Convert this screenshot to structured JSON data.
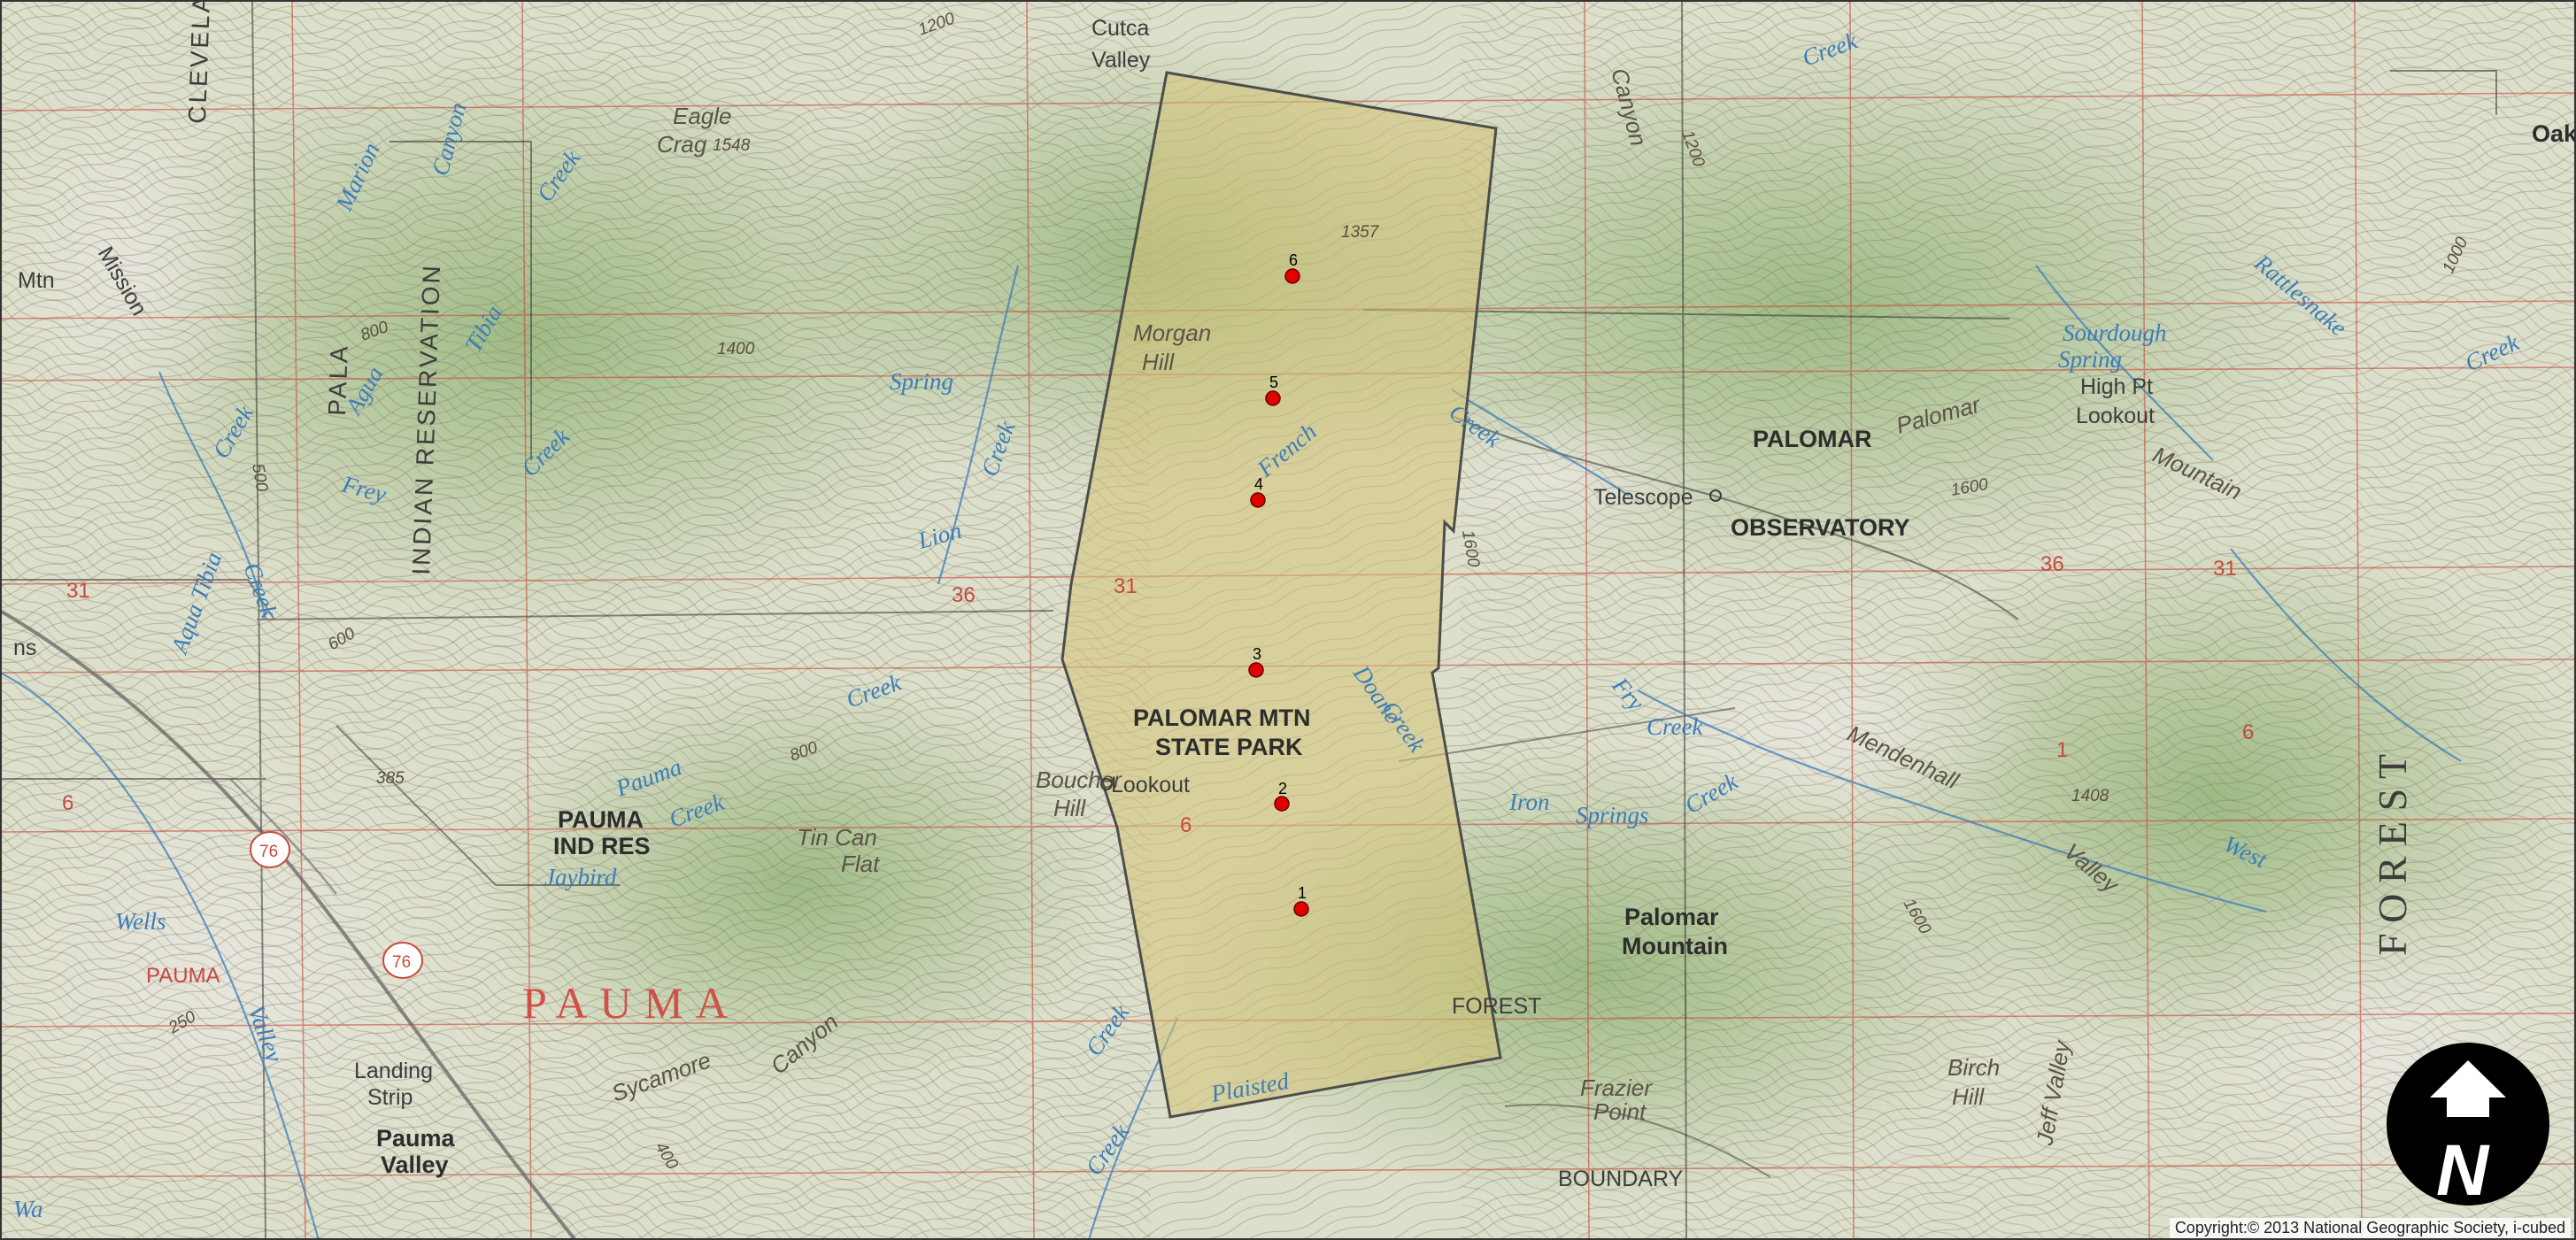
{
  "map": {
    "copyright": "Copyright:© 2013 National Geographic Society, i-cubed",
    "colors": {
      "land": "#d7ddc0",
      "vegetation": "#a7c08a",
      "contour": "#8a7d62",
      "grid": "#c84b3c",
      "water": "#3b7db8",
      "highlight": "#d6c376",
      "outline": "#4d4d4d",
      "sample_point": "#e10000"
    },
    "labels": {
      "cleveland": "CLEVELAND",
      "cutca_valley": "Cutca\nValley",
      "eagle_crag": "Eagle",
      "eagle_crag2": "Crag",
      "eagle_elev": "1548",
      "mtn": "Mtn",
      "mission": "Mission",
      "pala": "PALA",
      "indian_reservation": "INDIAN RESERVATION",
      "marion": "Marion",
      "canyon": "Canyon",
      "aqua": "Agua",
      "tibia": "Tibia",
      "creek_1": "Creek",
      "creek_2": "Creek",
      "creek_3": "Creek",
      "creek_4": "Creek",
      "creek_5": "Creek",
      "creek_6": "Creek",
      "creek_7": "Creek",
      "creek_8": "Creek",
      "creek_9": "Creek",
      "creek_10": "Creek",
      "creek_11": "Creek",
      "spring": "Spring",
      "lion": "Lion",
      "frey": "Frey",
      "aqua_tibia": "Aqua Tibia",
      "morgan_hill": "Morgan",
      "morgan_hill2": "Hill",
      "elev_1357": "1357",
      "elev_1400": "1400",
      "elev_1200": "1200",
      "elev_800a": "800",
      "elev_800b": "800",
      "elev_600": "600",
      "elev_385": "385",
      "elev_1408": "1408",
      "elev_1600a": "1600",
      "elev_1600b": "1600",
      "elev_1600c": "1600",
      "elev_1000": "1000",
      "elev_1200b": "1200",
      "elev_250": "250",
      "elev_400": "400",
      "elev_500": "500",
      "palomar_park": "PALOMAR MTN",
      "state_park": "STATE PARK",
      "boucher_hill": "Boucher",
      "boucher_hill2": "Hill",
      "lookout": "Lookout",
      "doane": "Doane",
      "french": "French",
      "pauma_creek": "Pauma",
      "pauma_ind_res": "PAUMA",
      "pauma_ind_res2": "IND RES",
      "jaybird": "Jaybird",
      "tin_can": "Tin Can",
      "tin_can2": "Flat",
      "pauma_big": "PAUMA",
      "pauma_upper": "PAUMA",
      "wells": "Wells",
      "pauma_valley_diag": "Valley",
      "landing_strip": "Landing",
      "landing_strip2": "Strip",
      "pauma_valley": "Pauma",
      "pauma_valley2": "Valley",
      "sycamore": "Sycamore",
      "canyon2": "Canyon",
      "plaisted": "Plaisted",
      "forest_small": "FOREST",
      "boundary": "BOUNDARY",
      "frazier": "Frazier",
      "frazier2": "Point",
      "birch_hill": "Birch",
      "birch_hill2": "Hill",
      "jeff_valley": "Jeff Valley",
      "palomar_mountain": "Palomar",
      "palomar_mountain2": "Mountain",
      "iron_springs": "Iron",
      "iron_springs2": "Springs",
      "fry": "Fry",
      "mendenhall": "Mendenhall",
      "mendenhall_valley": "Valley",
      "west": "West",
      "telescope": "Telescope",
      "palomar": "PALOMAR",
      "observatory": "OBSERVATORY",
      "palomar_mountain_ne": "Palomar",
      "mountain_ne": "Mountain",
      "sourdough": "Sourdough",
      "sourdough2": "Spring",
      "high_pt": "High Pt",
      "high_pt2": "Lookout",
      "rattlesnake": "Rattlesnake",
      "oak": "Oak",
      "canyon_ne": "Canyon",
      "forest_big": "F O R E S T",
      "sec_31a": "31",
      "sec_36a": "36",
      "sec_31b": "31",
      "sec_36b": "36",
      "sec_31c": "31",
      "sec_6a": "6",
      "sec_6b": "6",
      "sec_6c": "6",
      "sec_1": "1",
      "highway_76a": "76",
      "highway_76b": "76",
      "wa": "Wa",
      "ns": "ns"
    },
    "sample_points": [
      {
        "label": "1"
      },
      {
        "label": "2"
      },
      {
        "label": "3"
      },
      {
        "label": "4"
      },
      {
        "label": "5"
      },
      {
        "label": "6"
      }
    ],
    "north_arrow": {
      "letter": "N"
    }
  }
}
